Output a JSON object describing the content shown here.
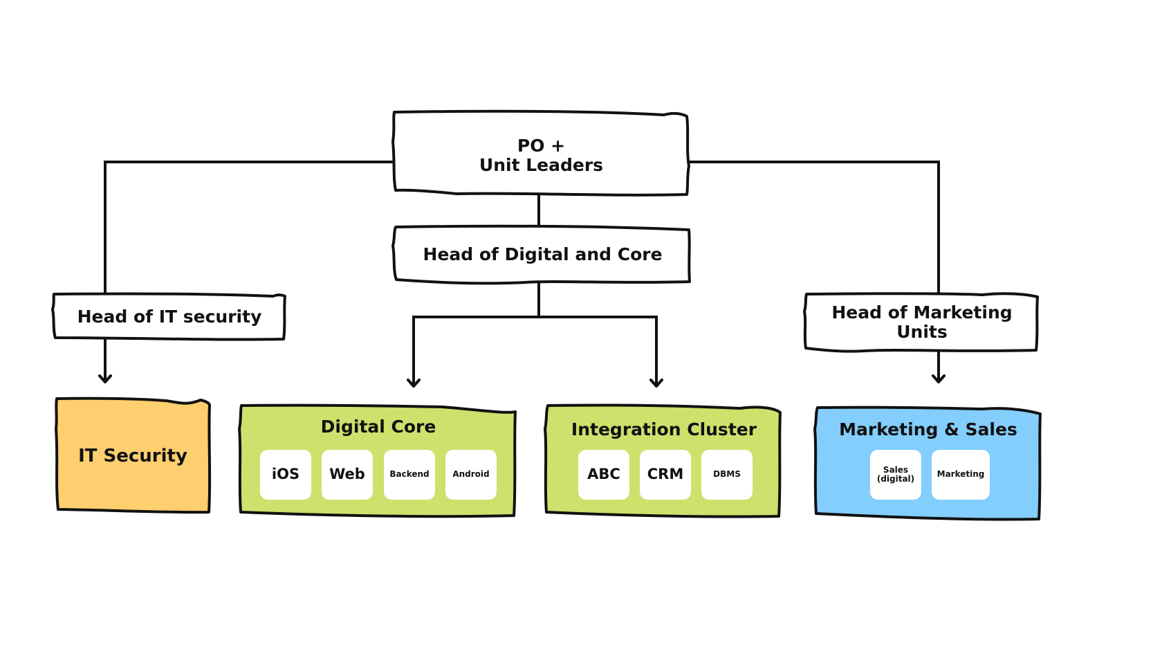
{
  "diagram": {
    "type": "org-chart",
    "colors": {
      "line": "#111111",
      "node_fill": "#ffffff",
      "it_security": "#FDCF6E",
      "digital_core": "#CFE06C",
      "integration_cluster": "#CFE06C",
      "marketing_sales": "#83CEFC",
      "tile": "#ffffff"
    },
    "root": {
      "label": "PO +\nUnit Leaders"
    },
    "heads": {
      "it_security": {
        "label": "Head of IT security"
      },
      "digital_core": {
        "label": "Head of Digital and Core"
      },
      "marketing": {
        "label": "Head of Marketing\nUnits"
      }
    },
    "units": {
      "it_security": {
        "title": "IT Security",
        "tiles": []
      },
      "digital_core": {
        "title": "Digital Core",
        "tiles": [
          "iOS",
          "Web",
          "Backend",
          "Android"
        ]
      },
      "integration_cluster": {
        "title": "Integration Cluster",
        "tiles": [
          "ABC",
          "CRM",
          "DBMS"
        ]
      },
      "marketing_sales": {
        "title": "Marketing & Sales",
        "tiles": [
          "Sales\n(digital)",
          "Marketing"
        ]
      }
    },
    "edges": [
      {
        "from": "PO + Unit Leaders",
        "to": "Head of IT security"
      },
      {
        "from": "PO + Unit Leaders",
        "to": "Head of Digital and Core"
      },
      {
        "from": "PO + Unit Leaders",
        "to": "Head of Marketing Units"
      },
      {
        "from": "Head of IT security",
        "to": "IT Security",
        "arrow": true
      },
      {
        "from": "Head of Digital and Core",
        "to": "Digital Core",
        "arrow": true
      },
      {
        "from": "Head of Digital and Core",
        "to": "Integration Cluster",
        "arrow": true
      },
      {
        "from": "Head of Marketing Units",
        "to": "Marketing & Sales",
        "arrow": true
      }
    ]
  }
}
